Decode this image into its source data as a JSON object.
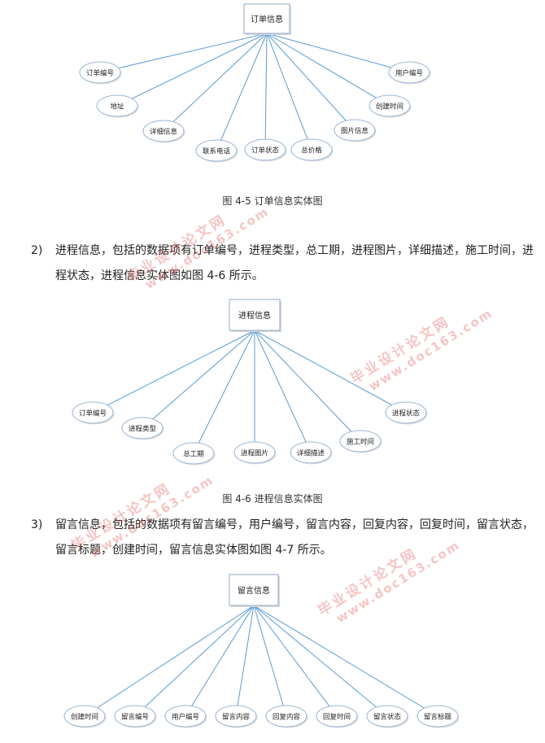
{
  "diagrams": [
    {
      "name": "order-info",
      "center": "订单信息",
      "attributes": [
        "订单编号",
        "地址",
        "详细信息",
        "联系电话",
        "订单状态",
        "总价格",
        "图片信息",
        "创建时间",
        "用户编号"
      ],
      "caption": "图 4-5 订单信息实体图"
    },
    {
      "name": "progress-info",
      "center": "进程信息",
      "attributes": [
        "订单编号",
        "进程类型",
        "总工期",
        "进程图片",
        "详细描述",
        "施工时间",
        "进程状态"
      ],
      "caption": "图 4-6 进程信息实体图"
    },
    {
      "name": "message-info",
      "center": "留言信息",
      "attributes": [
        "创建时间",
        "留言编号",
        "用户编号",
        "留言内容",
        "回复内容",
        "回复时间",
        "留言状态",
        "留言标题"
      ],
      "caption": ""
    }
  ],
  "paragraphs": [
    {
      "num": "2)",
      "text": "进程信息，包括的数据项有订单编号，进程类型，总工期，进程图片，详细描述，施工时间，进程状态，进程信息实体图如图 4-6 所示。"
    },
    {
      "num": "3)",
      "text": "留言信息，包括的数据项有留言编号，用户编号，留言内容，回复内容，回复时间，留言状态，留言标题，创建时间，留言信息实体图如图 4-7 所示。"
    }
  ],
  "watermark": {
    "cn": "毕业设计论文网",
    "en": "www.doc163.com"
  },
  "colors": {
    "line": "#5b9bd5",
    "box_fill": "#ffffff",
    "box_border": "#8fa8c8",
    "ellipse_border": "#9db6d6",
    "watermark": "#e14646"
  }
}
